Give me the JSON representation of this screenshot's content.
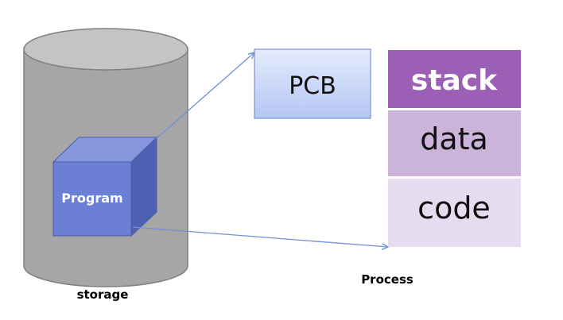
{
  "storage": {
    "label": "storage"
  },
  "program": {
    "label": "Program"
  },
  "pcb": {
    "label": "PCB"
  },
  "process": {
    "label": "Process",
    "segments": [
      "stack",
      "data",
      "code"
    ]
  },
  "colors": {
    "cylinder_fill": "#a6a6a6",
    "cylinder_top": "#c8c8c8",
    "cube_front": "#6b7fd6",
    "cube_top": "#8a9be0",
    "cube_side": "#4e5fb0",
    "pcb_fill": "#c9d5f7",
    "stack_fill": "#9b5fb5",
    "data_fill": "#cbb3d9",
    "code_fill": "#e5dcef",
    "arrow": "#6f8fd6"
  }
}
